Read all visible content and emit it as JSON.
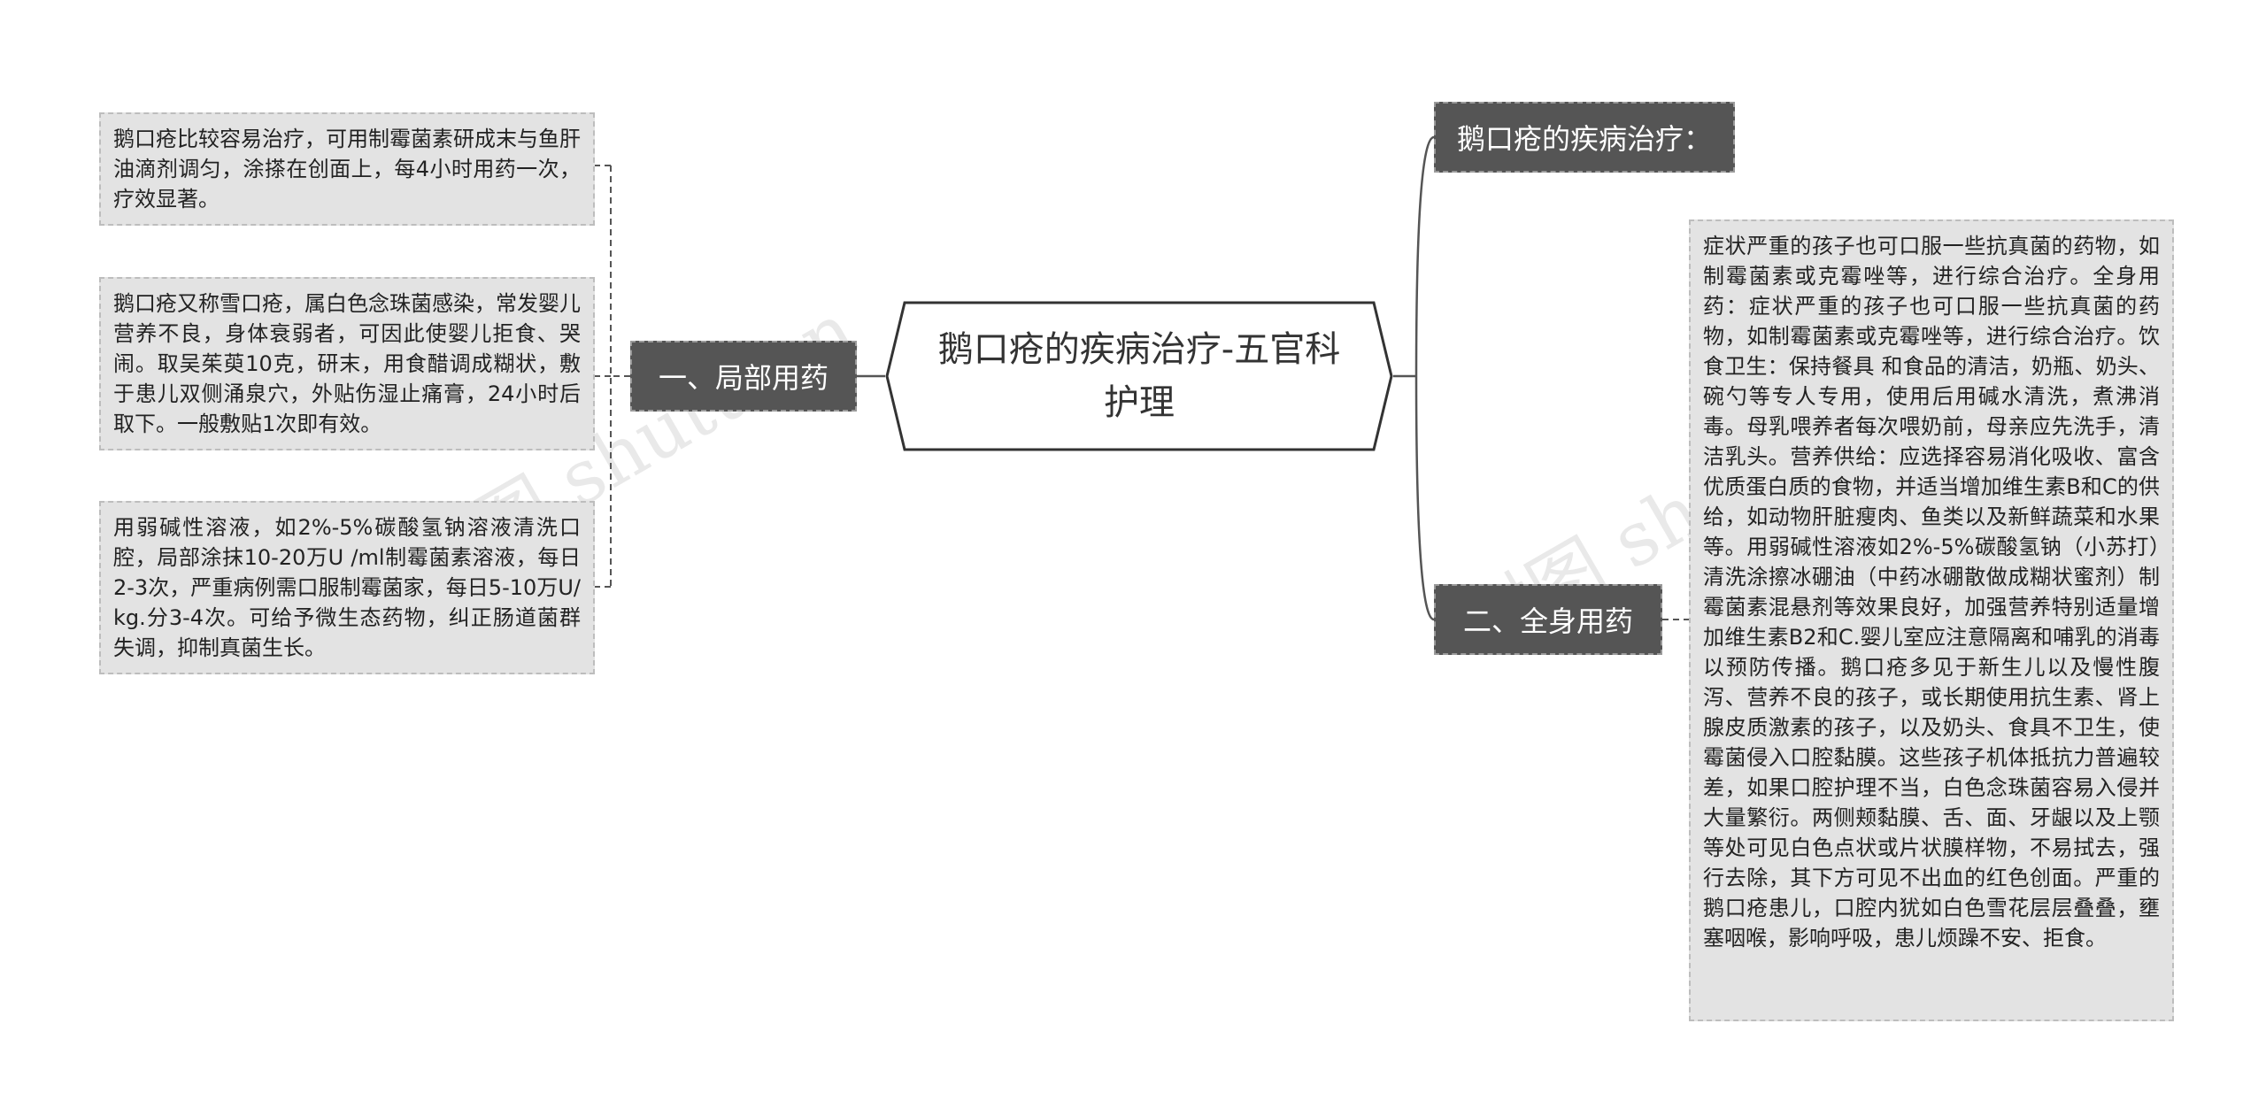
{
  "root": {
    "title": "鹅口疮的疾病治疗-五官科护理"
  },
  "left_branch": {
    "label": "一、局部用药",
    "leaves": [
      "鹅口疮比较容易治疗，可用制霉菌素研成末与鱼肝油滴剂调匀，涂搽在创面上，每4小时用药一次，疗效显著。",
      "鹅口疮又称雪口疮，属白色念珠菌感染，常发婴儿营养不良，身体衰弱者，可因此使婴儿拒食、哭闹。取吴茱萸10克，研末，用食醋调成糊状，敷于患儿双侧涌泉穴，外贴伤湿止痛膏，24小时后取下。一般敷贴1次即有效。",
      "用弱碱性溶液，如2%-5%碳酸氢钠溶液清洗口腔，局部涂抹10-20万U /ml制霉菌素溶液，每日2-3次，严重病例需口服制霉菌家，每日5-10万U/kg.分3-4次。可给予微生态药物，纠正肠道菌群失调，抑制真菌生长。"
    ]
  },
  "right_top": {
    "label": "鹅口疮的疾病治疗："
  },
  "right_branch": {
    "label": "二、全身用药",
    "leaf": "症状严重的孩子也可口服一些抗真菌的药物，如制霉菌素或克霉唑等，进行综合治疗。全身用药：症状严重的孩子也可口服一些抗真菌的药物，如制霉菌素或克霉唑等，进行综合治疗。饮食卫生：保持餐具 和食品的清洁，奶瓶、奶头、碗勺等专人专用，使用后用碱水清洗，煮沸消毒。母乳喂养者每次喂奶前，母亲应先洗手，清洁乳头。营养供给：应选择容易消化吸收、富含优质蛋白质的食物，并适当增加维生素B和C的供给，如动物肝脏瘦肉、鱼类以及新鲜蔬菜和水果等。用弱碱性溶液如2%-5%碳酸氢钠（小苏打）清洗涂擦冰硼油（中药冰硼散做成糊状蜜剂）制霉菌素混悬剂等效果良好，加强营养特别适量增加维生素B2和C.婴儿室应注意隔离和哺乳的消毒以预防传播。鹅口疮多见于新生儿以及慢性腹泻、营养不良的孩子，或长期使用抗生素、肾上腺皮质激素的孩子，以及奶头、食具不卫生，使霉菌侵入口腔黏膜。这些孩子机体抵抗力普遍较差，如果口腔护理不当，白色念珠菌容易入侵并大量繁衍。两侧颊黏膜、舌、面、牙龈以及上颚等处可见白色点状或片状膜样物，不易拭去，强行去除，其下方可见不出血的红色创面。严重的鹅口疮患儿，口腔内犹如白色雪花层层叠叠，壅塞咽喉，影响呼吸，患儿烦躁不安、拒食。"
  },
  "colors": {
    "branch_bg": "#555555",
    "leaf_bg": "#e3e3e3",
    "line": "#555555"
  }
}
